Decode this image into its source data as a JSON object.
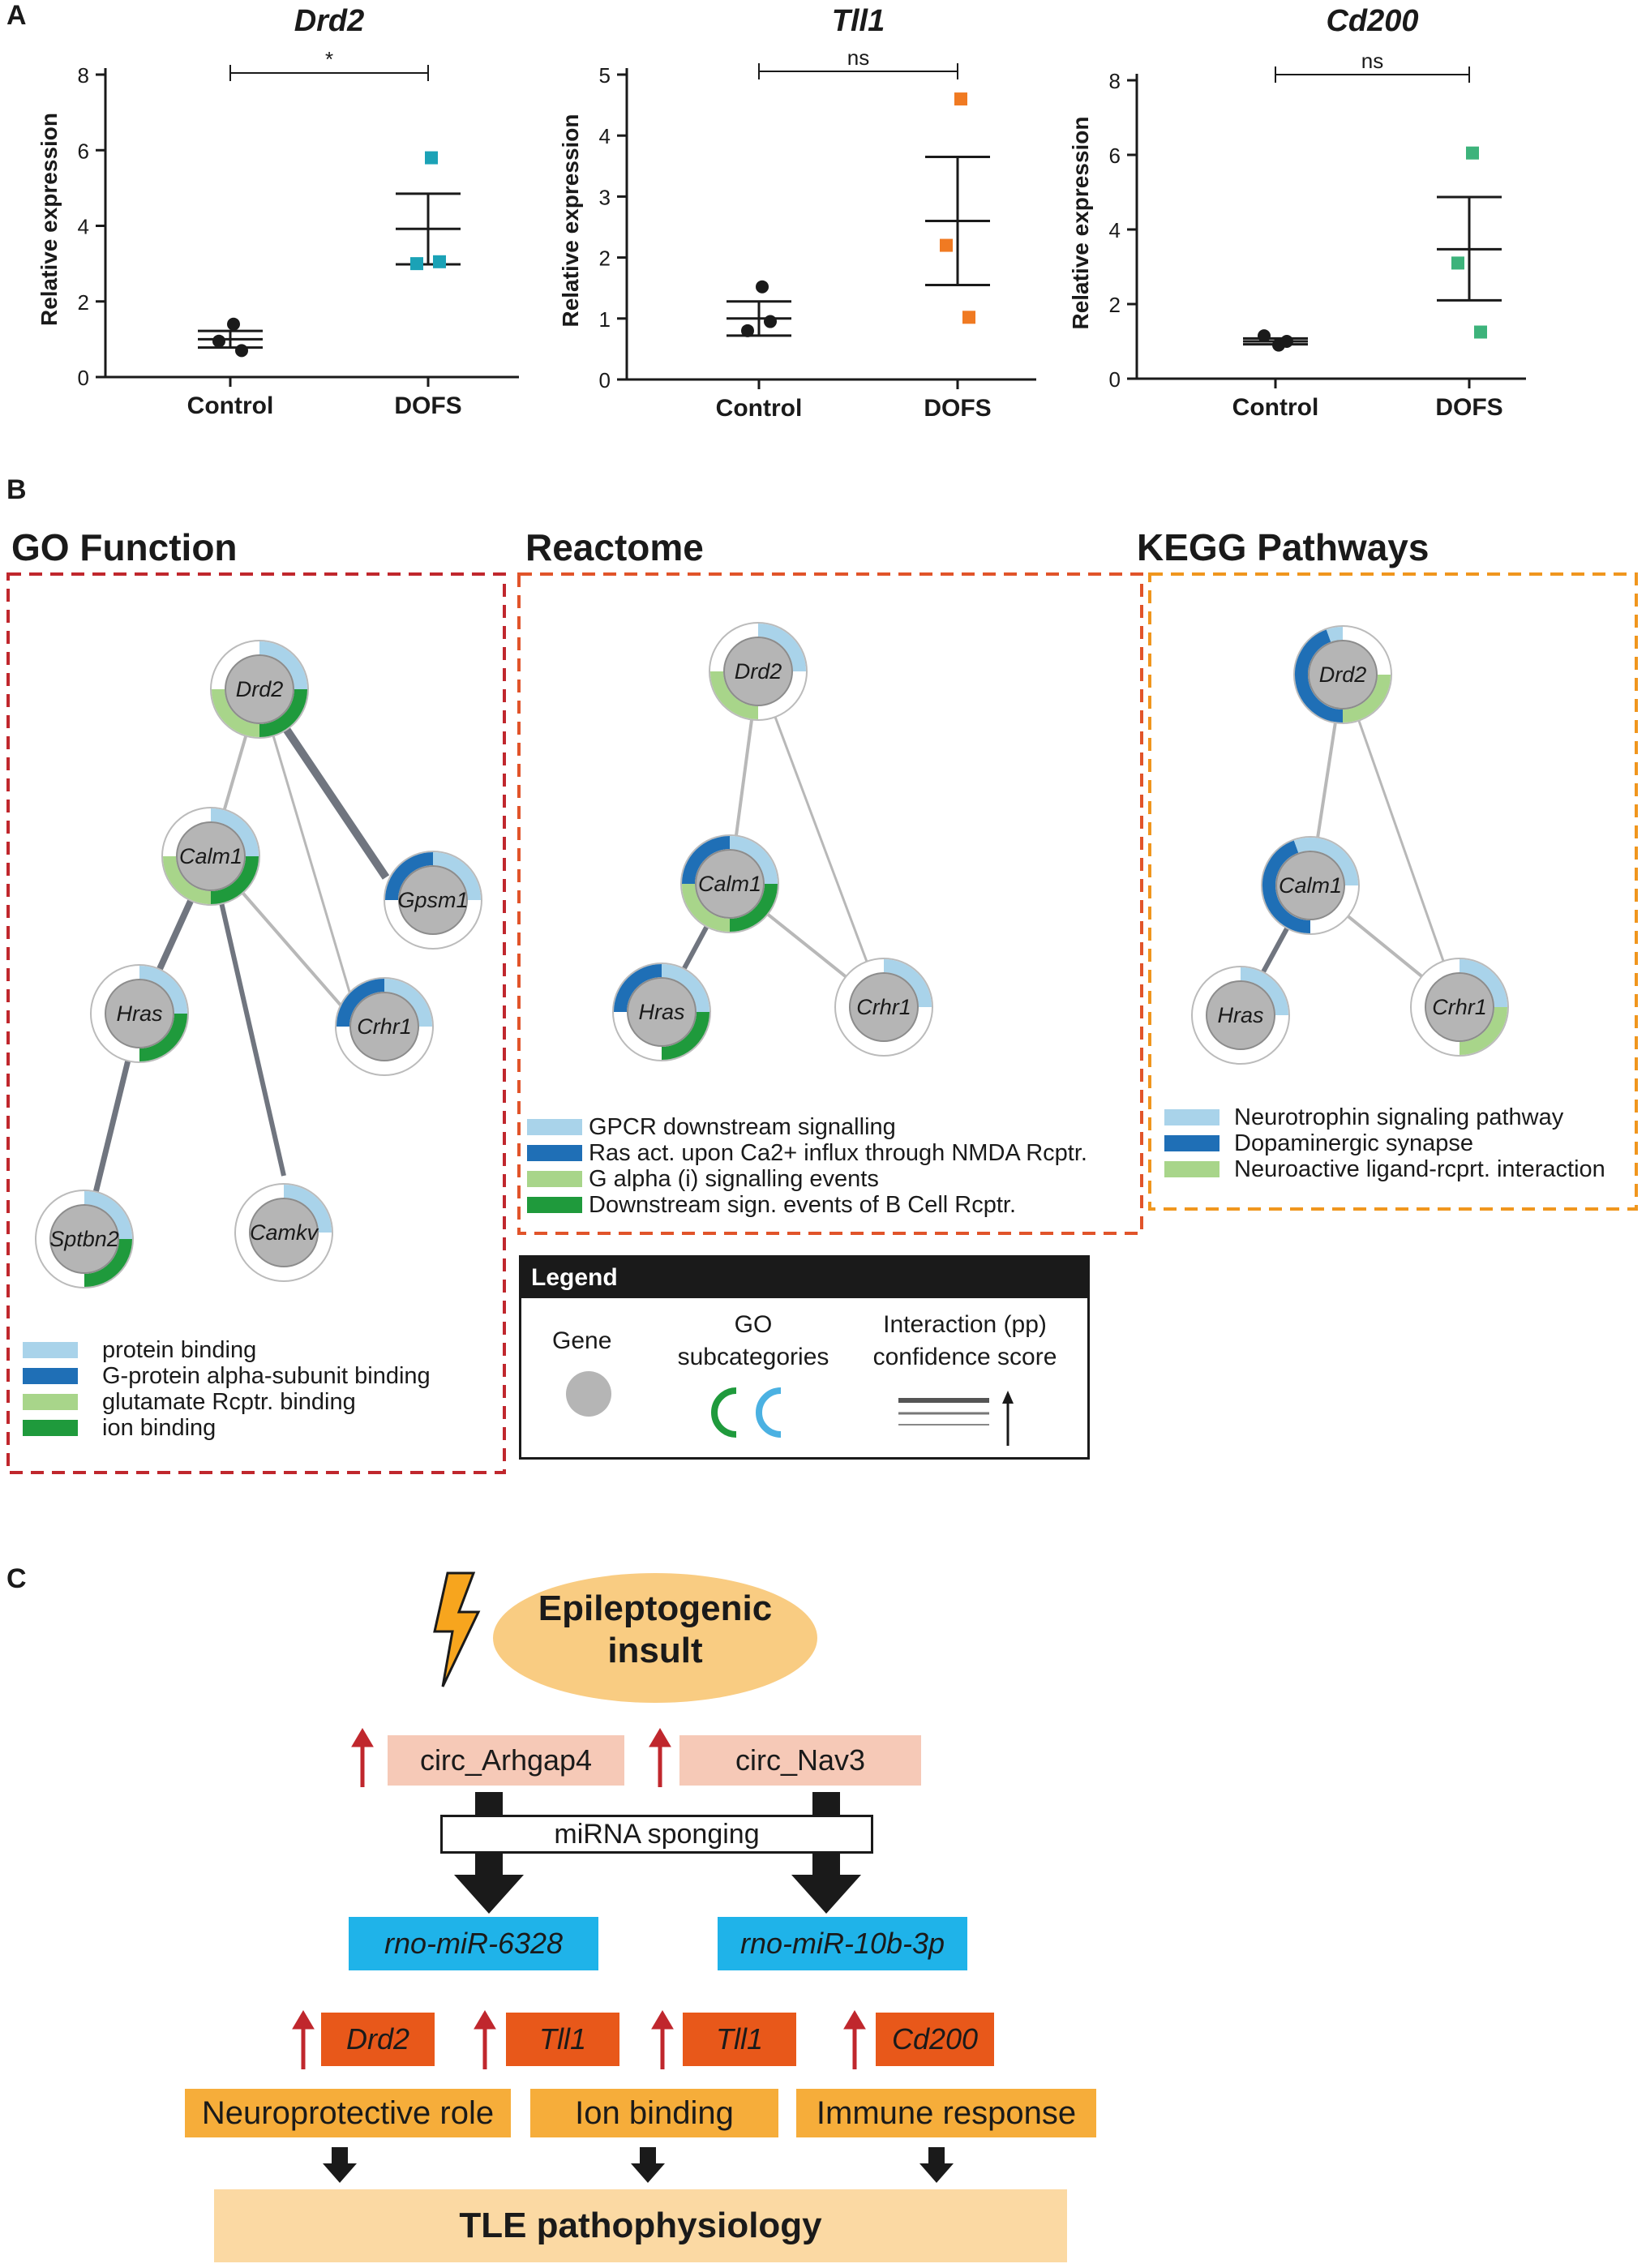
{
  "panel_a": {
    "letter": "A",
    "y_label": "Relative expression",
    "x_categories": [
      "Control",
      "DOFS"
    ],
    "charts": [
      {
        "gene": "Drd2",
        "significance": "*",
        "yticks": [
          0,
          2,
          4,
          6,
          8
        ],
        "ylim": [
          0,
          8
        ],
        "dofs_color": "#1ba2b6"
      },
      {
        "gene": "Tll1",
        "significance": "ns",
        "yticks": [
          0,
          1,
          2,
          3,
          4,
          5
        ],
        "ylim": [
          0,
          5
        ],
        "dofs_color": "#f07a22"
      },
      {
        "gene": "Cd200",
        "significance": "ns",
        "yticks": [
          0,
          2,
          4,
          6,
          8
        ],
        "ylim": [
          0,
          8
        ],
        "dofs_color": "#3db37b"
      }
    ]
  },
  "chart_data": [
    {
      "type": "scatter",
      "title": "Drd2",
      "ylabel": "Relative expression",
      "categories": [
        "Control",
        "DOFS"
      ],
      "ylim": [
        0,
        8
      ],
      "series": [
        {
          "name": "Control",
          "values": [
            1.4,
            0.95,
            0.7
          ],
          "mean": 1.0,
          "sem_low": 0.78,
          "sem_high": 1.22
        },
        {
          "name": "DOFS",
          "values": [
            5.8,
            3.0,
            3.05
          ],
          "mean": 3.92,
          "sem_low": 2.98,
          "sem_high": 4.85
        }
      ]
    },
    {
      "type": "scatter",
      "title": "Tll1",
      "ylabel": "Relative expression",
      "categories": [
        "Control",
        "DOFS"
      ],
      "ylim": [
        0,
        5
      ],
      "series": [
        {
          "name": "Control",
          "values": [
            1.52,
            0.8,
            0.95
          ],
          "mean": 1.0,
          "sem_low": 0.72,
          "sem_high": 1.28
        },
        {
          "name": "DOFS",
          "values": [
            4.6,
            2.2,
            1.02
          ],
          "mean": 2.6,
          "sem_low": 1.55,
          "sem_high": 3.65
        }
      ]
    },
    {
      "type": "scatter",
      "title": "Cd200",
      "ylabel": "Relative expression",
      "categories": [
        "Control",
        "DOFS"
      ],
      "ylim": [
        0,
        8
      ],
      "series": [
        {
          "name": "Control",
          "values": [
            0.9,
            1.15,
            1.0
          ],
          "mean": 1.0,
          "sem_low": 0.92,
          "sem_high": 1.08
        },
        {
          "name": "DOFS",
          "values": [
            6.05,
            3.1,
            1.25
          ],
          "mean": 3.47,
          "sem_low": 2.1,
          "sem_high": 4.87
        }
      ]
    }
  ],
  "panel_b": {
    "letter": "B",
    "go": {
      "title": "GO Function",
      "color": "#c0272d",
      "legend": [
        "protein binding",
        "G-protein alpha-subunit binding",
        "glutamate Rcptr. binding",
        "ion binding"
      ],
      "genes": [
        "Drd2",
        "Calm1",
        "Gpsm1",
        "Hras",
        "Crhr1",
        "Sptbn2",
        "Camkv"
      ]
    },
    "reactome": {
      "title": "Reactome",
      "color": "#e1542a",
      "legend": [
        "GPCR downstream signalling",
        "Ras act. upon Ca2+ influx through NMDA Rcptr.",
        "G alpha (i) signalling events",
        "Downstream sign. events of B Cell Rcptr."
      ],
      "genes": [
        "Drd2",
        "Calm1",
        "Hras",
        "Crhr1"
      ]
    },
    "kegg": {
      "title": "KEGG Pathways",
      "color": "#f0961e",
      "legend": [
        "Neurotrophin signaling pathway",
        "Dopaminergic synapse",
        "Neuroactive ligand-rcprt. interaction"
      ],
      "genes": [
        "Drd2",
        "Calm1",
        "Hras",
        "Crhr1"
      ]
    },
    "category_colors": {
      "light_blue": "#a9d3ea",
      "dark_blue": "#1f6fb6",
      "light_green": "#a8d58a",
      "dark_green": "#1f9a3c",
      "gene_grey": "#b5b5b5"
    },
    "key": {
      "title": "Legend",
      "gene_label": "Gene",
      "go_label_line1": "GO",
      "go_label_line2": "subcategories",
      "conf_line1": "Interaction (pp)",
      "conf_line2": "confidence score"
    }
  },
  "panel_c": {
    "letter": "C",
    "insult_line1": "Epileptogenic",
    "insult_line2": "insult",
    "circrnas": [
      "circ_Arhgap4",
      "circ_Nav3"
    ],
    "mechanism": "miRNA sponging",
    "mirnas": [
      "rno-miR-6328",
      "rno-miR-10b-3p"
    ],
    "targets": [
      "Drd2",
      "Tll1",
      "Tll1",
      "Cd200"
    ],
    "roles": [
      "Neuroprotective role",
      "Ion binding",
      "Immune response"
    ],
    "outcome": "TLE pathophysiology"
  }
}
